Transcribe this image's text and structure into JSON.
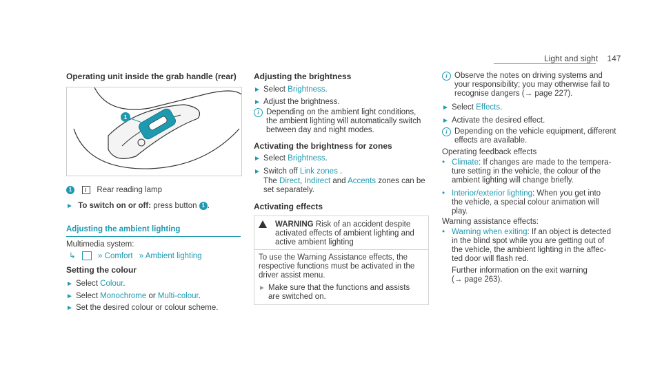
{
  "header": {
    "section": "Light and sight",
    "page_number": "147"
  },
  "left": {
    "heading": "Operating unit inside the grab handle (rear)",
    "figure": {
      "callout": "1"
    },
    "caption_num": "1",
    "caption_text": "Rear reading lamp",
    "switch_label": "To switch on or off:",
    "switch_text": " press button ",
    "switch_num": "1",
    "ambient_heading": "Adjusting the ambient lighting",
    "multimedia": "Multimedia system:",
    "path": {
      "comfort": "Comfort",
      "ambient": "Ambient lighting"
    },
    "setting_colour_heading": "Setting the colour",
    "step_select": "Select ",
    "step_select_colour": "Colour",
    "step_select2": "Select ",
    "monochrome": "Monochrome",
    "or": " or ",
    "multicolour": "Multi-colour",
    "step_set": "Set the desired colour or colour scheme."
  },
  "middle": {
    "heading": "Adjusting the brightness",
    "select": "Select ",
    "brightness": "Brightness",
    "adjust": "Adjust the brightness.",
    "info_1": "Depending on the ambient light conditions,",
    "info_2": "the ambient lighting will automatically switch",
    "info_3": "between day and night modes.",
    "zones_heading": "Activating the brightness for zones",
    "select2": "Select ",
    "brightness2": "Brightness",
    "switch_off": "Switch off ",
    "link_zones": "Link zones",
    "the": "The ",
    "direct": "Direct",
    "indirect": "Indirect",
    "and": " and ",
    "accents": "Accents",
    "zones_tail": " zones can be",
    "set_sep": "set separately.",
    "effects_heading": "Activating effects",
    "warning": {
      "label": "WARNING",
      "line1": "Risk of an accident despite",
      "line2": "activated effects of ambient lighting and",
      "line3": "active ambient lighting",
      "body1": "To use the Warning Assistance effects, the",
      "body2": "respective functions must be activated in the",
      "body3": "driver assist menu.",
      "step1": "Make sure that the functions and assists",
      "step2": "are switched on."
    }
  },
  "right": {
    "info1_1": "Observe the notes on driving systems and",
    "info1_2": "your responsibility; you may otherwise fail to",
    "info1_3": "recognise dangers (",
    "info1_ref": "page 227",
    "info1_end": ").",
    "select": "Select ",
    "effects": "Effects",
    "activate": "Activate the desired effect.",
    "info2_1": "Depending on the vehicle equipment, different",
    "info2_2": "effects are available.",
    "op_feedback": "Operating feedback effects",
    "climate": "Climate",
    "climate_1": ": If changes are made to the tempera-",
    "climate_2": "ture setting in the vehicle, the colour of the",
    "climate_3": "ambient lighting will change briefly.",
    "interior": "Interior/exterior lighting",
    "interior_1": ": When you get into",
    "interior_2": "the vehicle, a special colour animation will",
    "interior_3": "play.",
    "warn_assist": "Warning assistance effects:",
    "exiting": "Warning when exiting",
    "exiting_1": ": If an object is detected",
    "exiting_2": "in the blind spot while you are getting out of",
    "exiting_3": "the vehicle, the ambient lighting in the affec-",
    "exiting_4": "ted door will flash red.",
    "further_1": "Further information on the exit warning",
    "further_2": "page 263",
    "further_end": ")."
  }
}
